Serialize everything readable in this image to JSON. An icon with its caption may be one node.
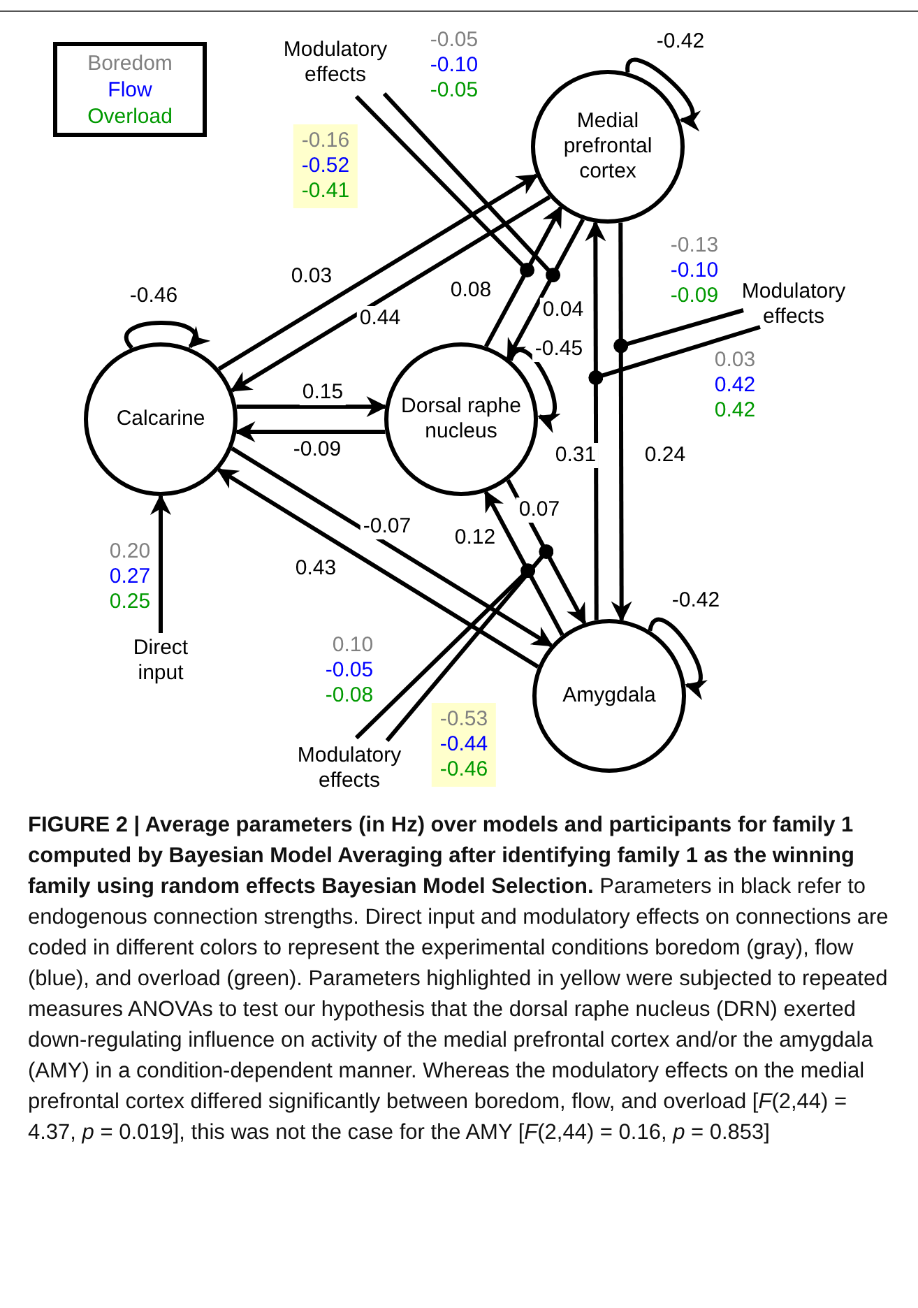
{
  "diagram": {
    "caption": "**FIGURE 2 | Average parameters (in Hz) over models and participants for family 1 computed by Bayesian Model Averaging after identifying family 1 as the winning family using random effects Bayesian Model Selection.** Parameters in black refer to endogenous connection strengths. Direct input and modulatory effects on connections are coded in different colors to represent the experimental conditions boredom (gray), flow (blue), and overload (green). Parameters highlighted in yellow were subjected to repeated measures ANOVAs to test our hypothesis that the dorsal raphe nucleus (DRN) exerted down-regulating influence on activity of the medial prefrontal cortex and/or the amygdala (AMY) in a condition-dependent manner. Whereas the modulatory effects on the medial prefrontal cortex differed significantly between boredom, flow, and overload [*F*(2,44) = 4.37, *p* = 0.019], this was not the case for the AMY [*F*(2,44) = 0.16, *p* = 0.853]",
    "nodes": [
      {
        "text": [
          "Medial prefrontal cortex"
        ]
      },
      {
        "text": [
          "Calcarine"
        ]
      },
      {
        "text": [
          "Dorsal raphe nucleus"
        ]
      },
      {
        "text": [
          "Amygdala"
        ]
      },
      {
        "text": [
          "Direct input"
        ]
      },
      {
        "text": [
          "Modulatory effects"
        ]
      },
      {
        "text": [
          "Modulatory effects"
        ]
      },
      {
        "text": [
          "Modulatory effects"
        ]
      }
    ],
    "edges": [
      {
        "from": 1,
        "to": 0,
        "arrow": "to",
        "label": "0.03"
      },
      {
        "from": 0,
        "to": 1,
        "arrow": "to",
        "label": "0.44"
      },
      {
        "from": 1,
        "to": 2,
        "arrow": "to",
        "label": "0.15"
      },
      {
        "from": 2,
        "to": 1,
        "arrow": "to",
        "label": "-0.09"
      },
      {
        "from": 2,
        "to": 0,
        "arrow": "to",
        "label": "0.08"
      },
      {
        "from": 0,
        "to": 2,
        "arrow": "to",
        "label": "0.04"
      },
      {
        "from": 1,
        "to": 3,
        "arrow": "to",
        "label": "-0.07"
      },
      {
        "from": 3,
        "to": 1,
        "arrow": "to",
        "label": "0.43"
      },
      {
        "from": 3,
        "to": 0,
        "arrow": "to",
        "label": "0.31"
      },
      {
        "from": 0,
        "to": 3,
        "arrow": "to",
        "label": "0.24"
      },
      {
        "from": 2,
        "to": 3,
        "arrow": "to",
        "label": "0.07"
      },
      {
        "from": 3,
        "to": 2,
        "arrow": "to",
        "label": "0.12"
      },
      {
        "from": 0,
        "to": 0,
        "arrow": "to",
        "label": "-0.42"
      },
      {
        "from": 1,
        "to": 1,
        "arrow": "to",
        "label": "-0.46"
      },
      {
        "from": 2,
        "to": 2,
        "arrow": "to",
        "label": "-0.45"
      },
      {
        "from": 3,
        "to": 3,
        "arrow": "to",
        "label": "-0.42"
      },
      {
        "from": 4,
        "to": 1,
        "arrow": "to",
        "label": "0.20 0.27 0.25"
      },
      {
        "from": 5,
        "to": null,
        "arrow": "other",
        "label": "-0.16 -0.52 -0.41"
      },
      {
        "from": 5,
        "to": null,
        "arrow": "other",
        "label": "-0.05 -0.10 -0.05"
      },
      {
        "from": 6,
        "to": null,
        "arrow": "other",
        "label": "-0.13 -0.10 -0.09"
      },
      {
        "from": 6,
        "to": null,
        "arrow": "other",
        "label": "0.03 0.42 0.42"
      },
      {
        "from": 7,
        "to": null,
        "arrow": "other",
        "label": "0.10 -0.05 -0.08"
      },
      {
        "from": 7,
        "to": null,
        "arrow": "other",
        "label": "-0.53 -0.44 -0.46"
      }
    ],
    "legend": [
      {
        "text": "Boredom",
        "color": "#808080"
      },
      {
        "text": "Flow",
        "color": "#0000ff"
      },
      {
        "text": "Overload",
        "color": "#009900"
      }
    ]
  }
}
